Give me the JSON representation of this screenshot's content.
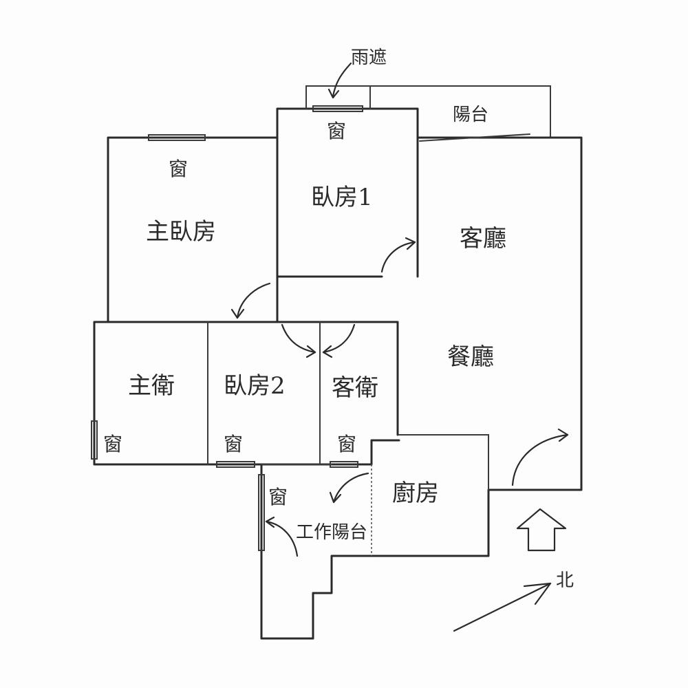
{
  "rooms": {
    "master_bedroom": "主臥房",
    "bedroom1": "臥房1",
    "living_room": "客廳",
    "dining_room": "餐廳",
    "master_bath": "主衛",
    "bedroom2": "臥房2",
    "guest_bath": "客衛",
    "kitchen": "廚房",
    "utility_balcony": "工作陽台",
    "balcony": "陽台"
  },
  "annotations": {
    "awning": "雨遮",
    "window": "窗",
    "north": "北"
  }
}
